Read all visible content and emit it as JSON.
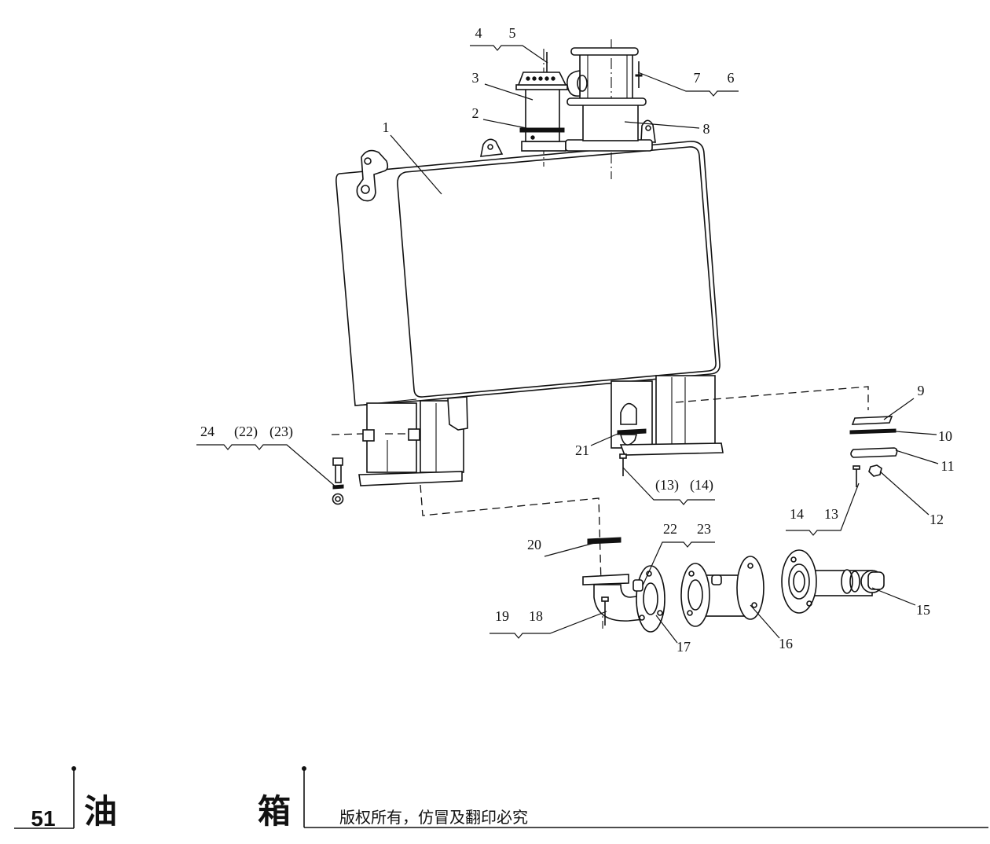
{
  "callouts": {
    "n1": "1",
    "n2": "2",
    "n3": "3",
    "n4": "4",
    "n5": "5",
    "n6": "6",
    "n7": "7",
    "n8": "8",
    "n9": "9",
    "n10": "10",
    "n11": "11",
    "n12": "12",
    "n13": "13",
    "n14": "14",
    "n15": "15",
    "n16": "16",
    "n17": "17",
    "n18": "18",
    "n19": "19",
    "n20": "20",
    "n21": "21",
    "n22": "22",
    "n23": "23",
    "n24": "24",
    "p22": "(22)",
    "p23": "(23)",
    "p13": "(13)",
    "p14": "(14)"
  },
  "footer": {
    "page_number": "51",
    "title_char_1": "油",
    "title_char_2": "箱",
    "copyright": "版权所有，仿冒及翻印必究"
  }
}
